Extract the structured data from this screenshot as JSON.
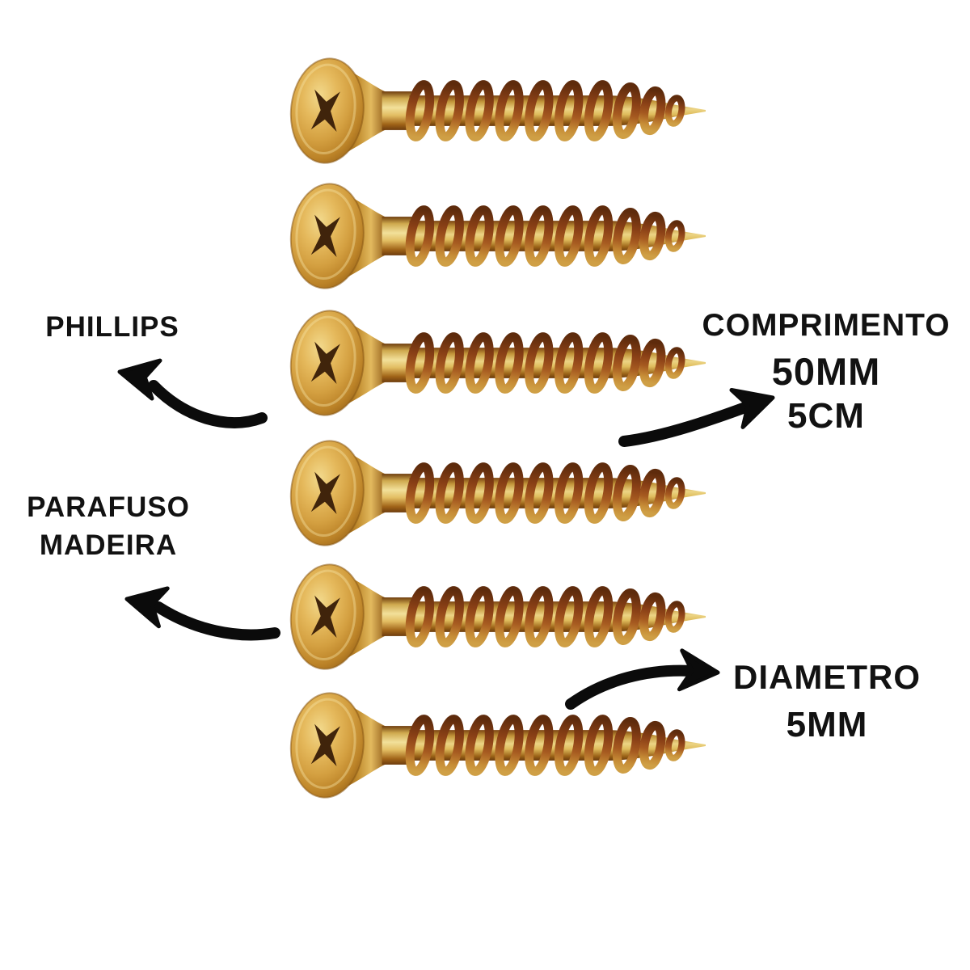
{
  "image": {
    "background_color": "#ffffff"
  },
  "screws": {
    "count": 6,
    "icon": "phillips-flat-head-wood-screw",
    "gold_color": "#d4a449",
    "thread_shadow_color": "#7c3a14",
    "recess_color": "#40240b"
  },
  "annotations": {
    "phillips": {
      "line1": "PHILLIPS"
    },
    "comprimento": {
      "line1": "COMPRIMENTO",
      "line2": "50MM",
      "line3": "5CM"
    },
    "parafuso_madeira": {
      "line1": "PARAFUSO",
      "line2": "MADEIRA"
    },
    "diametro": {
      "line1": "DIAMETRO",
      "line2": "5MM"
    }
  },
  "arrow_color": "#0b0b0b",
  "text_color": "#121212"
}
